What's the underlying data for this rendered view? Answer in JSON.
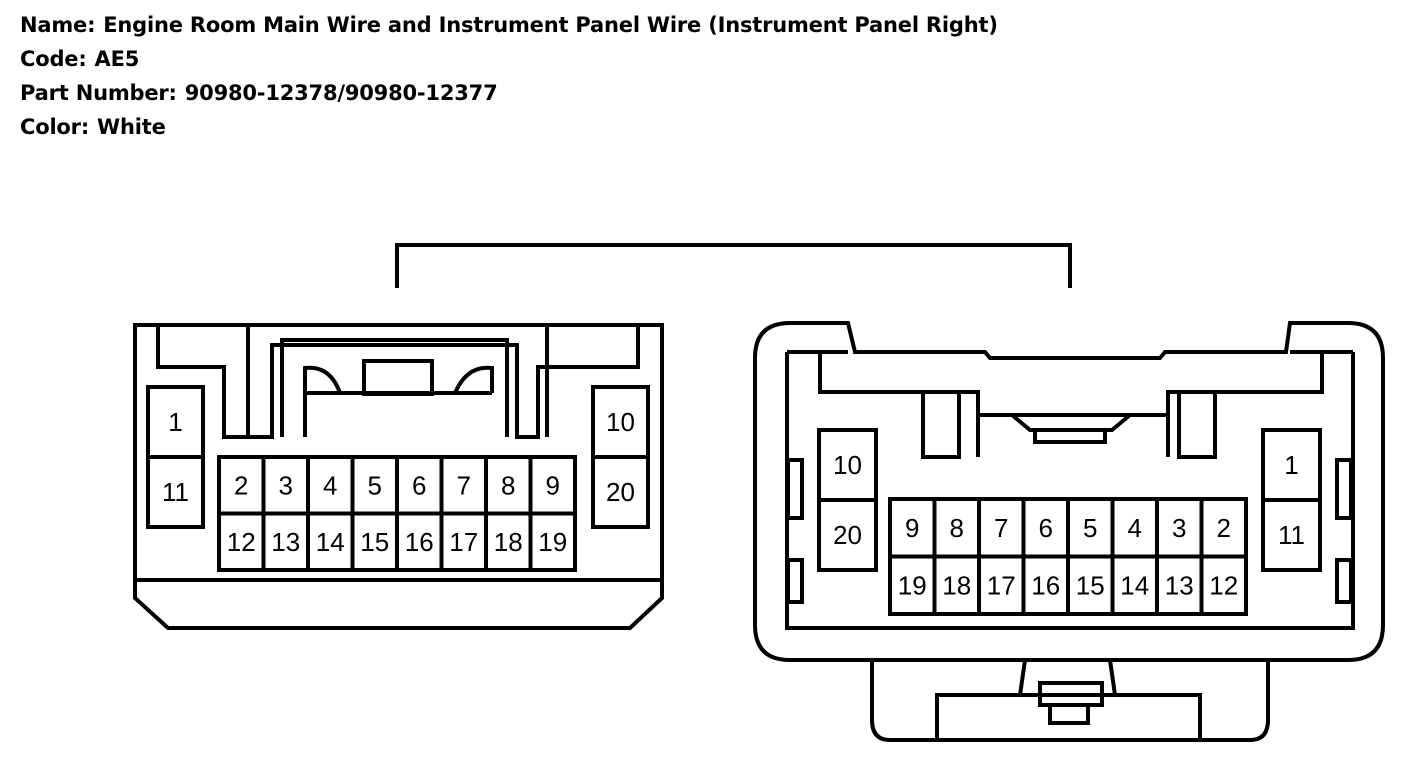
{
  "header": {
    "name_label": "Name:",
    "name_value": "Engine Room Main Wire and Instrument Panel Wire (Instrument Panel Right)",
    "code_label": "Code:",
    "code_value": "AE5",
    "part_label": "Part Number:",
    "part_value": "90980-12378/90980-12377",
    "color_label": "Color:",
    "color_value": "White"
  },
  "connectors": {
    "left": {
      "side_left": [
        "1",
        "11"
      ],
      "top_row": [
        "2",
        "3",
        "4",
        "5",
        "6",
        "7",
        "8",
        "9"
      ],
      "bottom_row": [
        "12",
        "13",
        "14",
        "15",
        "16",
        "17",
        "18",
        "19"
      ],
      "side_right": [
        "10",
        "20"
      ]
    },
    "right": {
      "side_left": [
        "10",
        "20"
      ],
      "top_row": [
        "9",
        "8",
        "7",
        "6",
        "5",
        "4",
        "3",
        "2"
      ],
      "bottom_row": [
        "19",
        "18",
        "17",
        "16",
        "15",
        "14",
        "13",
        "12"
      ],
      "side_right": [
        "1",
        "11"
      ]
    }
  }
}
